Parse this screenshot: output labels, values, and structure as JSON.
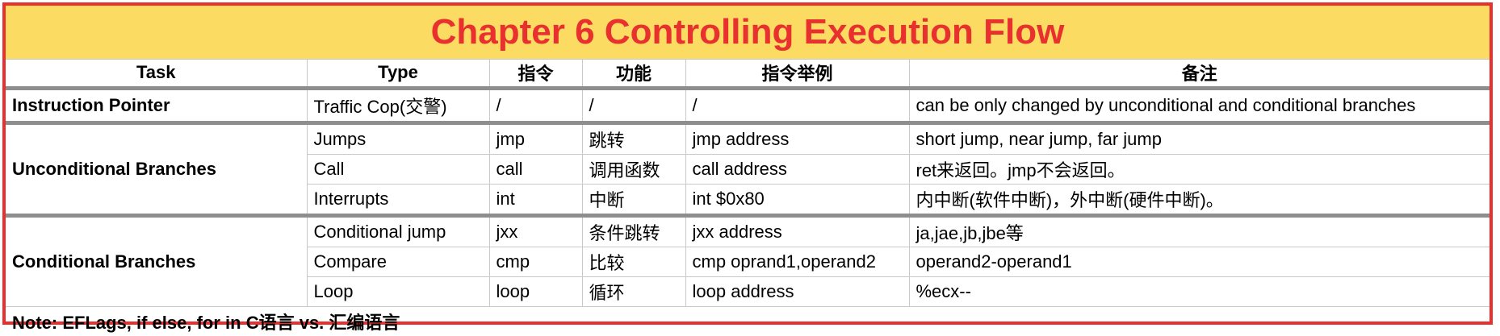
{
  "title": "Chapter 6 Controlling Execution Flow",
  "colors": {
    "border": "#e8312f",
    "title_text": "#e8312f",
    "title_bg": "#fbdb62",
    "separator": "#8e8e8e"
  },
  "headers": [
    "Task",
    "Type",
    "指令",
    "功能",
    "指令举例",
    "备注"
  ],
  "groups": [
    {
      "task": "Instruction Pointer",
      "rows": [
        {
          "type": "Traffic Cop(交警)",
          "instr": "/",
          "func": "/",
          "example": "/",
          "note": "can be only changed by unconditional and conditional branches"
        }
      ]
    },
    {
      "task": "Unconditional Branches",
      "rows": [
        {
          "type": "Jumps",
          "instr": "jmp",
          "func": "跳转",
          "example": "jmp address",
          "note": "short jump, near jump, far jump"
        },
        {
          "type": "Call",
          "instr": "call",
          "func": "调用函数",
          "example": "call address",
          "note": "ret来返回。jmp不会返回。"
        },
        {
          "type": "Interrupts",
          "instr": "int",
          "func": "中断",
          "example": "int $0x80",
          "note": "内中断(软件中断)，外中断(硬件中断)。"
        }
      ]
    },
    {
      "task": "Conditional Branches",
      "rows": [
        {
          "type": "Conditional jump",
          "instr": "jxx",
          "func": "条件跳转",
          "example": "jxx address",
          "note": "ja,jae,jb,jbe等"
        },
        {
          "type": "Compare",
          "instr": "cmp",
          "func": "比较",
          "example": "cmp oprand1,operand2",
          "note": "operand2-operand1"
        },
        {
          "type": "Loop",
          "instr": "loop",
          "func": "循环",
          "example": "loop address",
          "note": "%ecx--"
        }
      ]
    }
  ],
  "footer_note": "Note: EFLags, if else, for  in C语言 vs. 汇编语言"
}
